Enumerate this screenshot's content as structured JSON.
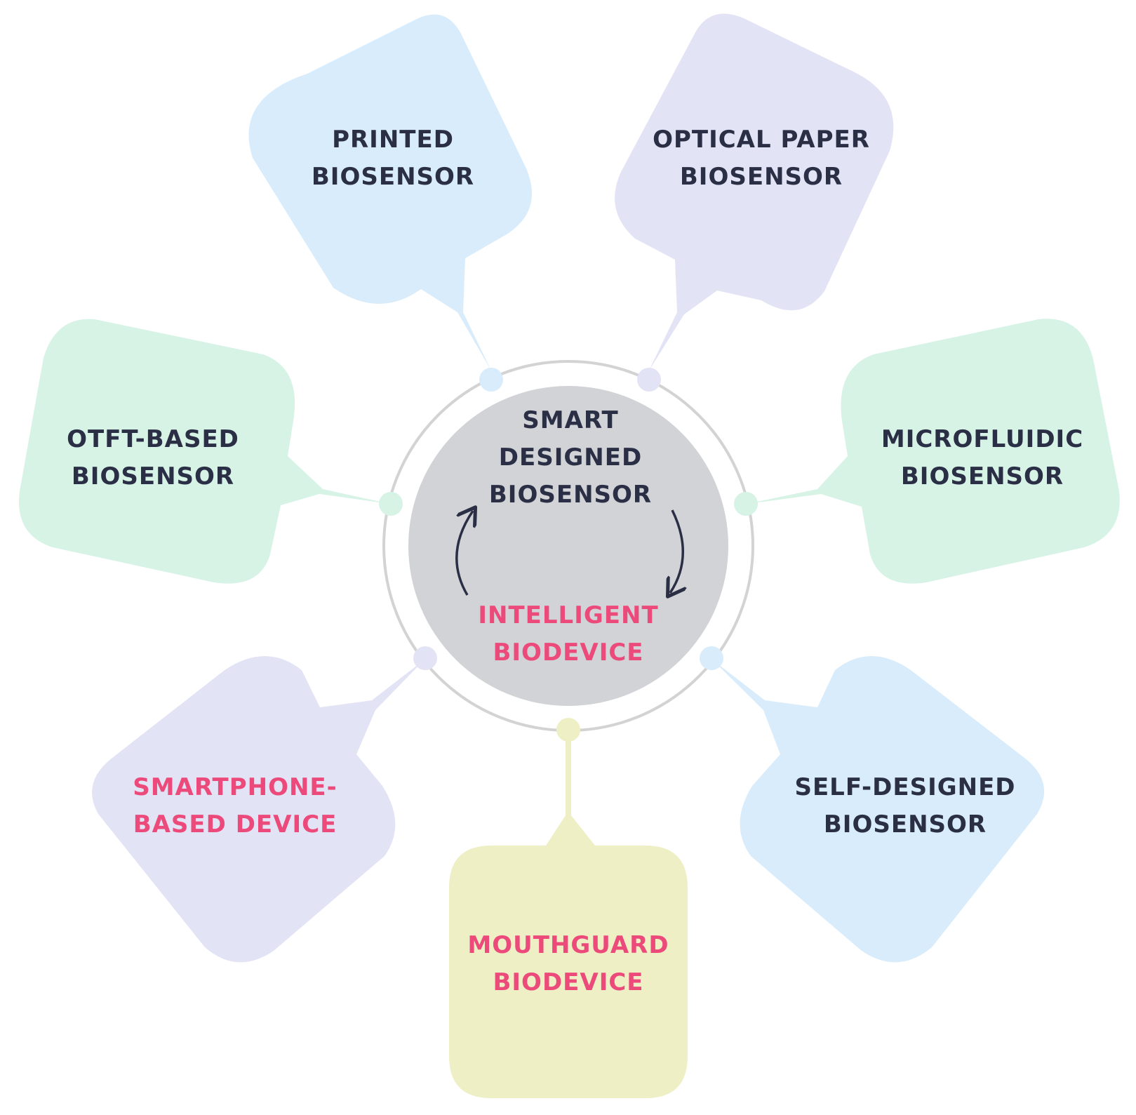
{
  "colors": {
    "dark_text": "#2b2f45",
    "pink_text": "#ec4a7a",
    "blue_fill": "#d8ecfb",
    "lavender_fill": "#e3e3f6",
    "mint_fill": "#d6f3e6",
    "yellow_fill": "#efefc6",
    "hub_fill": "#d2d3d6",
    "ring_stroke": "#d3d3d3"
  },
  "hub": {
    "top_lines": [
      "SMART",
      "DESIGNED",
      "BIOSENSOR"
    ],
    "bottom_lines": [
      "INTELLIGENT",
      "BIODEVICE"
    ]
  },
  "nodes": [
    {
      "id": "printed-biosensor",
      "lines": [
        "PRINTED",
        "BIOSENSOR"
      ],
      "fill": "blue_fill",
      "text_color": "dark_text"
    },
    {
      "id": "optical-paper-biosensor",
      "lines": [
        "OPTICAL PAPER",
        "BIOSENSOR"
      ],
      "fill": "lavender_fill",
      "text_color": "dark_text"
    },
    {
      "id": "otft-based-biosensor",
      "lines": [
        "OTFT-BASED",
        "BIOSENSOR"
      ],
      "fill": "mint_fill",
      "text_color": "dark_text"
    },
    {
      "id": "microfluidic-biosensor",
      "lines": [
        "MICROFLUIDIC",
        "BIOSENSOR"
      ],
      "fill": "mint_fill",
      "text_color": "dark_text"
    },
    {
      "id": "smartphone-based-device",
      "lines": [
        "SMARTPHONE-",
        "BASED DEVICE"
      ],
      "fill": "lavender_fill",
      "text_color": "pink_text"
    },
    {
      "id": "self-designed-biosensor",
      "lines": [
        "SELF-DESIGNED",
        "BIOSENSOR"
      ],
      "fill": "blue_fill",
      "text_color": "dark_text"
    },
    {
      "id": "mouthguard-biodevice",
      "lines": [
        "MOUTHGUARD",
        "BIODEVICE"
      ],
      "fill": "yellow_fill",
      "text_color": "pink_text"
    }
  ]
}
